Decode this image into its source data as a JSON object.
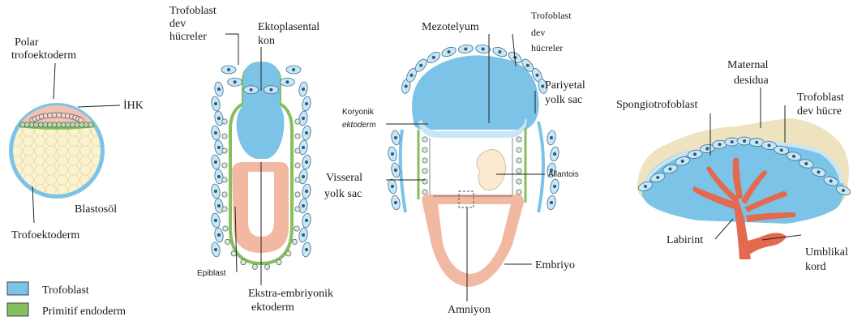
{
  "colors": {
    "trophoblast": "#7cc3e8",
    "trophoblast_light": "#c9e6f6",
    "primitive_endoderm": "#86bf5e",
    "blastocoel": "#fbf3cf",
    "epiblast": "#f2b9a2",
    "decidua": "#efe3bf",
    "labyrinth": "#e36a4e"
  },
  "panel1": {
    "polar": [
      "Polar",
      "trofoektoderm"
    ],
    "ihk": "İHK",
    "blastocoel": "Blastosöl",
    "trofoektoderm": "Trofoektoderm"
  },
  "panel2": {
    "giant": [
      "Trofoblast",
      "dev",
      "hücreler"
    ],
    "ectoplacental": [
      "Ektoplasental",
      "kon"
    ],
    "epiblast": "Epiblast",
    "extraembryonic": [
      "Ekstra-embriyonik",
      "ektoderm"
    ]
  },
  "panel3": {
    "mesothelium": "Mezotelyum",
    "giant": [
      "Trofoblast",
      "dev",
      "hücreler"
    ],
    "parietal": [
      "Pariyetal",
      "yolk sac"
    ],
    "chorionic": [
      "Koryonik",
      "ektoderm"
    ],
    "visceral": [
      "Visseral",
      "yolk sac"
    ],
    "allantois": "Allantois",
    "embryo": "Embriyo",
    "amnion": "Amniyon"
  },
  "panel4": {
    "decidua": [
      "Maternal",
      "desidua"
    ],
    "spongio": "Spongiotrofoblast",
    "giant": [
      "Trofoblast",
      "dev hücre"
    ],
    "labyrinth": "Labirint",
    "cord": [
      "Umblikal",
      "kord"
    ]
  },
  "legend": [
    {
      "label": "Trofoblast",
      "color": "#7cc3e8"
    },
    {
      "label": "Primitif endoderm",
      "color": "#86bf5e"
    }
  ]
}
